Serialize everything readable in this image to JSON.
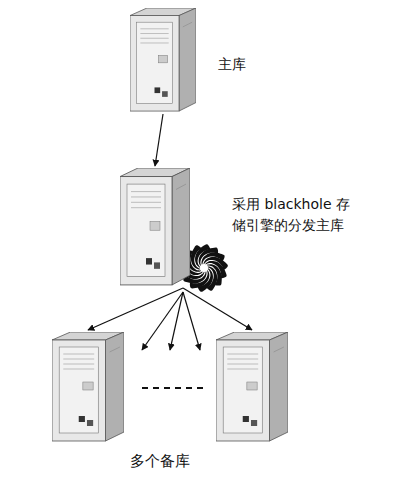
{
  "diagram": {
    "nodes": [
      {
        "text": [
          "主库"
        ]
      },
      {
        "text": [
          "采用 blackhole 存储引擎的分发主库"
        ]
      },
      {
        "text": []
      },
      {
        "text": []
      }
    ],
    "edges": [
      {
        "from": 0,
        "to": 1,
        "arrow": "to"
      },
      {
        "from": 1,
        "to": 2,
        "arrow": "to"
      },
      {
        "from": 1,
        "to": 3,
        "arrow": "to"
      }
    ],
    "labels": [
      "多个备库"
    ]
  }
}
